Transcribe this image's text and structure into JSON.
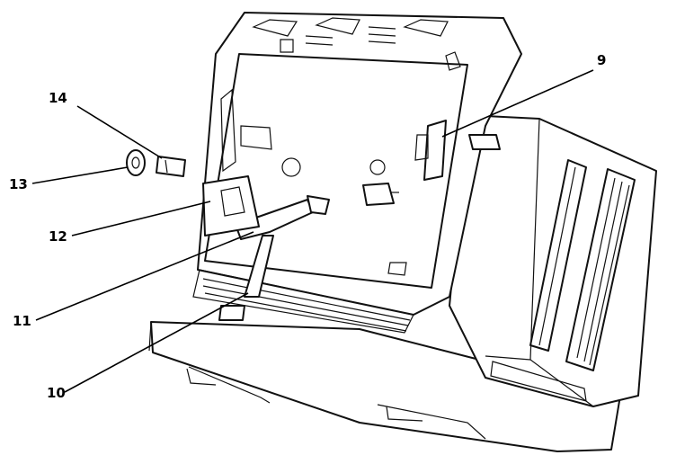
{
  "callouts": [
    {
      "id": "9",
      "label": "9"
    },
    {
      "id": "10",
      "label": "10"
    },
    {
      "id": "11",
      "label": "11"
    },
    {
      "id": "12",
      "label": "12"
    },
    {
      "id": "13",
      "label": "13"
    },
    {
      "id": "14",
      "label": "14"
    }
  ],
  "colors": {
    "ink": "#111111",
    "background": "#ffffff"
  }
}
